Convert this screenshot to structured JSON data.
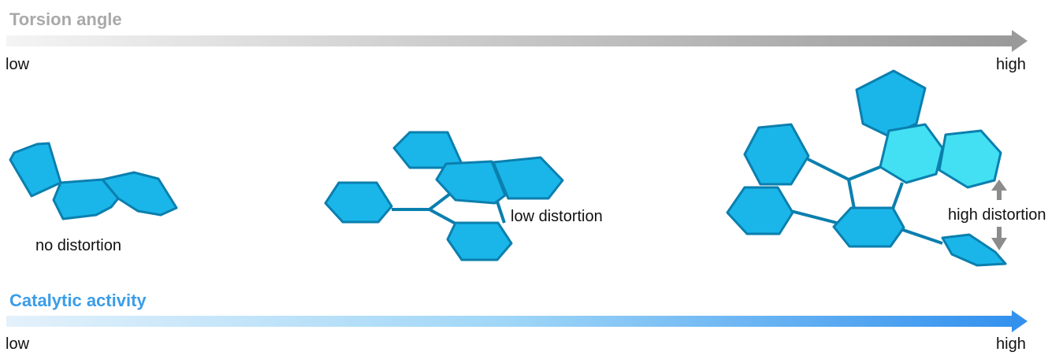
{
  "torsion": {
    "title": "Torsion angle",
    "low": "low",
    "high": "high",
    "color": "#a9a9a9"
  },
  "catalytic": {
    "title": "Catalytic activity",
    "low": "low",
    "high": "high",
    "color": "#3b9de8"
  },
  "molecules": {
    "none_label": "no distortion",
    "low_label": "low distortion",
    "high_label": "high distortion"
  },
  "colors": {
    "hex_fill": "#1ab6ea",
    "hex_edge": "#0b7fae",
    "hex_light": "#42e0f2",
    "distortion_arrow": "#8c8c8c"
  }
}
